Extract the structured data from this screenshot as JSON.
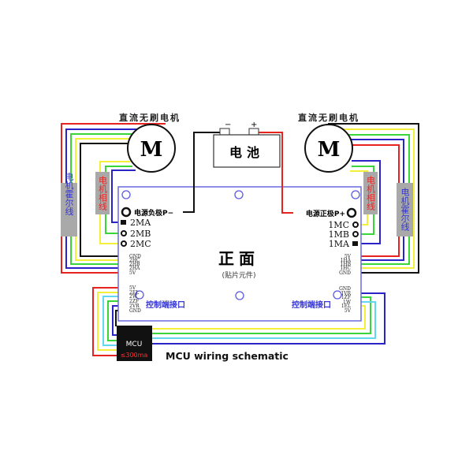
{
  "colors": {
    "red": "#e8231f",
    "blue": "#2a24c8",
    "green": "#39d639",
    "yellow": "#f4f03a",
    "cyan": "#63d6f0",
    "black": "#111111",
    "board": "#6a6ae0",
    "gray": "#a9a9a9",
    "accent_blue": "#3535d6",
    "mcu_red": "#ff3030"
  },
  "motor_left": {
    "title": "直流无刷电机",
    "symbol": "M"
  },
  "motor_right": {
    "title": "直流无刷电机",
    "symbol": "M"
  },
  "battery": {
    "label": "电池",
    "neg": "−",
    "pos": "+"
  },
  "board": {
    "title": "正面",
    "subtitle": "(贴片元件)",
    "ctrl_left": "控制端接口",
    "ctrl_right": "控制端接口"
  },
  "left": {
    "power": "电源负极P−",
    "phase_label": "电机相线",
    "hall_label": "电机霍尔线",
    "phase_pins": [
      "2MA",
      "2MB",
      "2MC"
    ],
    "hall_pins": [
      "GND",
      "2HC",
      "2HB",
      "2HA",
      "5V"
    ],
    "ctrl_pins": [
      "5V",
      "2EL",
      "2W",
      "2ZF",
      "2VR",
      "GND"
    ]
  },
  "right": {
    "power": "电源正极P+",
    "phase_label": "电机相线",
    "hall_label": "电机霍尔线",
    "phase_pins": [
      "1MC",
      "1MB",
      "1MA"
    ],
    "hall_pins": [
      "5V",
      "1HA",
      "1HB",
      "1HC",
      "GND"
    ],
    "ctrl_pins": [
      "GND",
      "1VR",
      "1ZF",
      "1W",
      "1EL",
      "5V"
    ]
  },
  "mcu": {
    "label": "MCU",
    "current": "≤300ma"
  },
  "caption": "MCU wiring schematic"
}
